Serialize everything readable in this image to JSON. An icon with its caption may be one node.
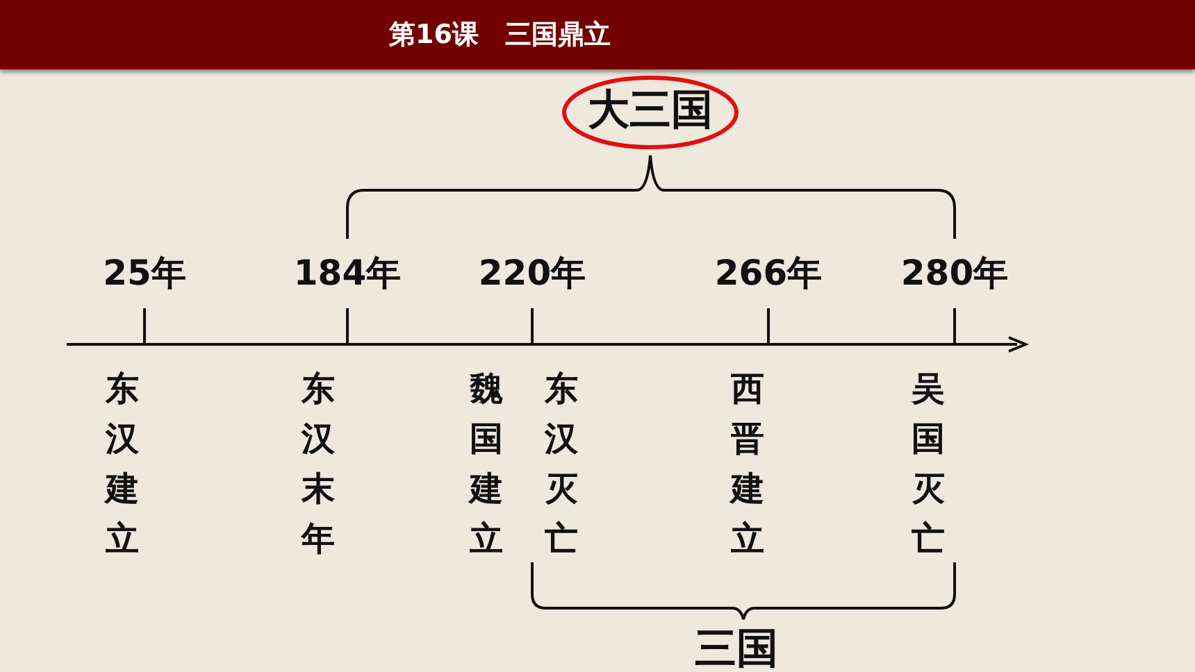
{
  "diagram": {
    "title": "第16课　三国鼎立",
    "nodes": [
      {
        "text": [
          "大三国"
        ]
      }
    ],
    "labels": [
      "25年",
      "184年",
      "220年",
      "266年",
      "280年",
      "东汉建立",
      "东汉末年",
      "魏国建立",
      "东汉灭亡",
      "西晋建立",
      "吴国灭亡",
      "三国"
    ]
  }
}
